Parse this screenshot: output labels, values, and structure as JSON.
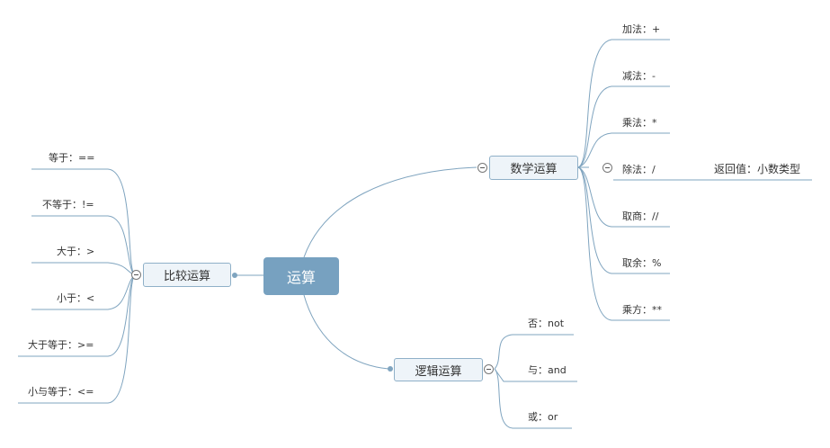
{
  "root": {
    "label": "运算"
  },
  "math": {
    "label": "数学运算",
    "items": [
      "加法：+",
      "减法：-",
      "乘法：*",
      "除法：/",
      "取商：//",
      "取余：%",
      "乘方：**"
    ],
    "division_note": "返回值：小数类型"
  },
  "logic": {
    "label": "逻辑运算",
    "items": [
      "否：not",
      "与：and",
      "或：or"
    ]
  },
  "compare": {
    "label": "比较运算",
    "items": [
      "等于：==",
      "不等于：!=",
      "大于：>",
      "小于：<",
      "大于等于：>=",
      "小与等于：<="
    ]
  },
  "colors": {
    "line": "#7fa4bf",
    "root_fill": "#77a1c0",
    "node_fill": "#eef4f9"
  }
}
